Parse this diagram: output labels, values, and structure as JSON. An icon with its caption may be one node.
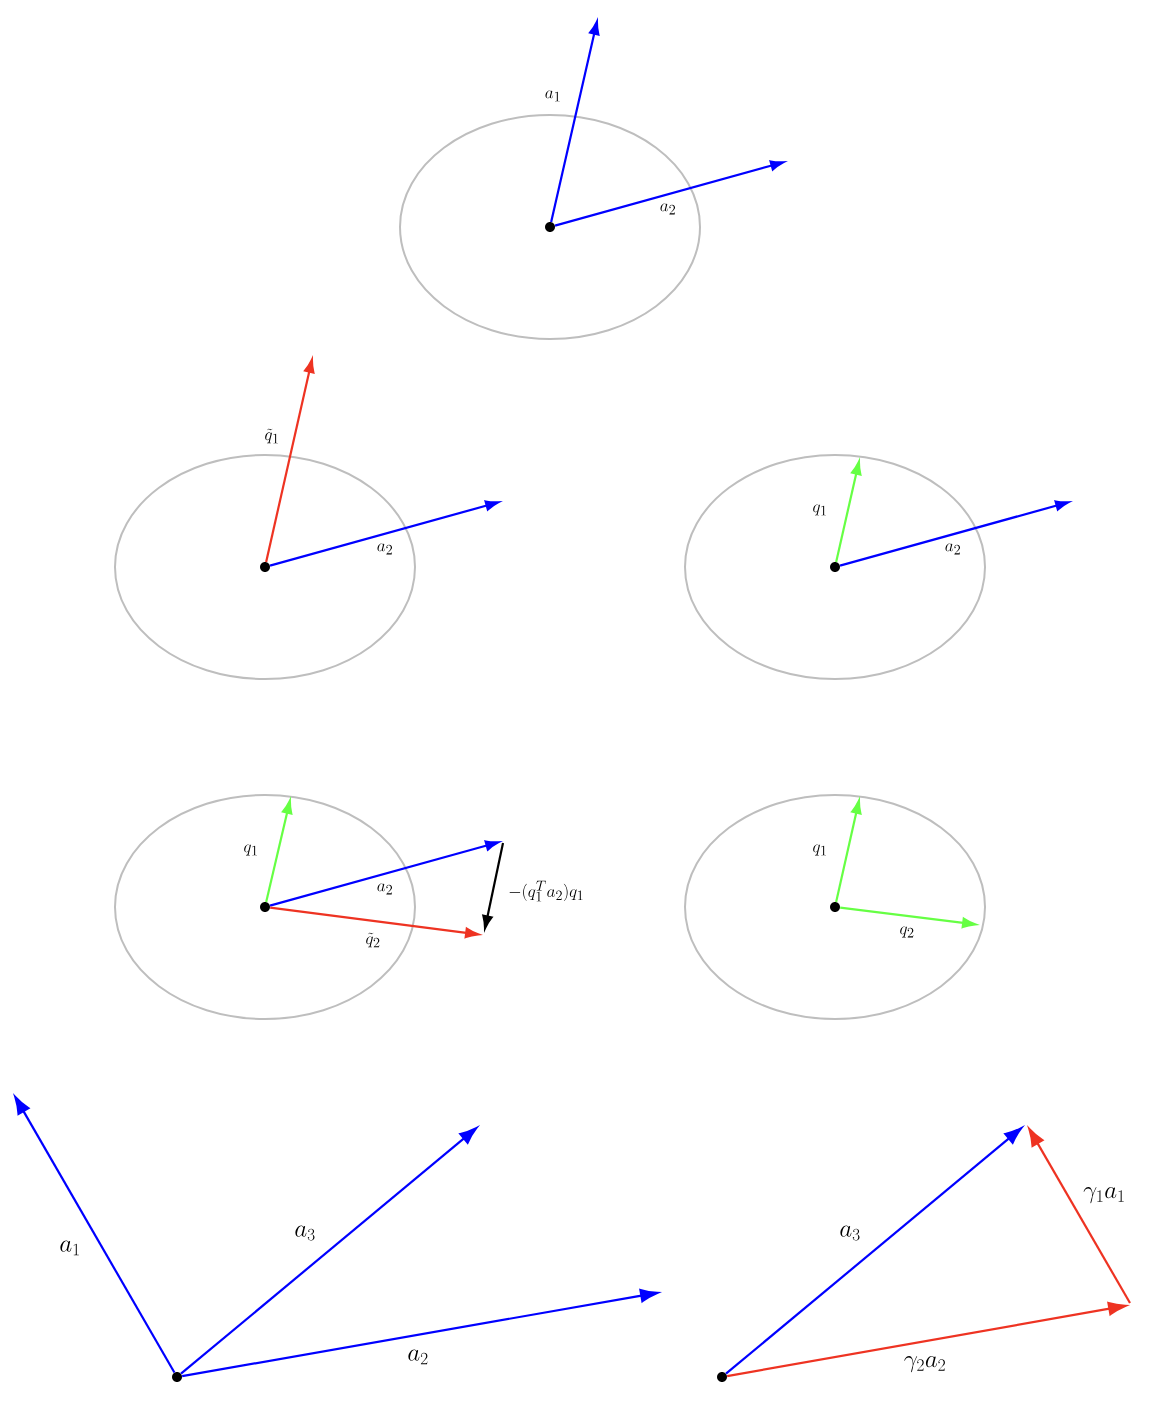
{
  "diagram": {
    "nodes": [
      {
        "text": [],
        "shape": "circle"
      },
      {
        "text": [],
        "shape": "circle"
      },
      {
        "text": [],
        "shape": "circle"
      },
      {
        "text": [],
        "shape": "circle"
      },
      {
        "text": [],
        "shape": "circle"
      },
      {
        "text": [],
        "shape": "circle"
      },
      {
        "text": [],
        "shape": "circle"
      }
    ],
    "edges": [
      {
        "from": 0,
        "to": null,
        "arrow": "to",
        "label": "a_1"
      },
      {
        "from": 0,
        "to": null,
        "arrow": "to",
        "label": "a_2"
      },
      {
        "from": 1,
        "to": null,
        "arrow": "to",
        "label": "\\tilde{q}_1",
        "color": "#ee3322"
      },
      {
        "from": 1,
        "to": null,
        "arrow": "to",
        "label": "a_2"
      },
      {
        "from": 2,
        "to": null,
        "arrow": "to",
        "label": "q_1",
        "color": "#66ff44"
      },
      {
        "from": 2,
        "to": null,
        "arrow": "to",
        "label": "a_2"
      },
      {
        "from": 3,
        "to": null,
        "arrow": "to",
        "label": "q_1",
        "color": "#66ff44"
      },
      {
        "from": 3,
        "to": null,
        "arrow": "to",
        "label": "a_2"
      },
      {
        "from": 3,
        "to": null,
        "arrow": "to",
        "label": "\\tilde{q}_2",
        "color": "#ee3322"
      },
      {
        "from": 4,
        "to": null,
        "arrow": "to",
        "label": "q_1",
        "color": "#66ff44"
      },
      {
        "from": 4,
        "to": null,
        "arrow": "to",
        "label": "q_2",
        "color": "#66ff44"
      },
      {
        "from": 5,
        "to": null,
        "arrow": "to",
        "label": "a_1"
      },
      {
        "from": 5,
        "to": null,
        "arrow": "to",
        "label": "a_3"
      },
      {
        "from": 5,
        "to": null,
        "arrow": "to",
        "label": "a_2"
      },
      {
        "from": 6,
        "to": null,
        "arrow": "to",
        "label": "a_3"
      },
      {
        "from": 6,
        "to": null,
        "arrow": "to",
        "label": "\\gamma_2 a_2",
        "color": "#ee3322"
      }
    ],
    "labels": [
      "-(q_1^T a_2)q_1",
      "\\gamma_1 a_1"
    ]
  }
}
